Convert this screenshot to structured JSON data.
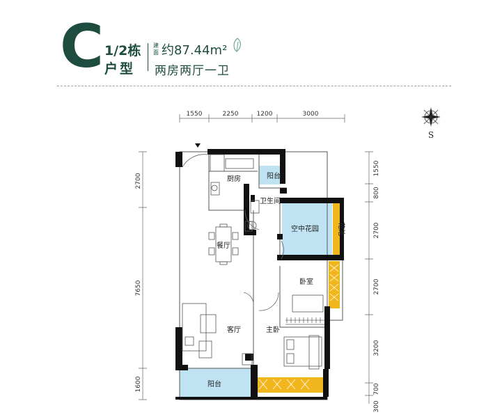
{
  "header": {
    "letter": "C",
    "building": "1/2栋",
    "unit_type": "户型",
    "area_label_1": "建",
    "area_label_2": "面",
    "area_value": "约87.44m²",
    "layout_desc": "两房两厅一卫"
  },
  "compass": {
    "label": "S"
  },
  "dimensions": {
    "top": [
      "1550",
      "2250",
      "1200",
      "3000"
    ],
    "left": [
      "2700",
      "7650",
      "1600"
    ],
    "right": [
      "1550",
      "800",
      "2700",
      "2700",
      "3200",
      "700",
      "300"
    ]
  },
  "rooms": {
    "kitchen": "厨房",
    "kitchen_balcony": "阳台",
    "bathroom": "卫生间",
    "garden": "空中花园",
    "planter": "花池",
    "dining": "餐厅",
    "bedroom": "卧室",
    "living": "客厅",
    "master_bedroom": "主卧",
    "balcony": "阳台"
  },
  "colors": {
    "brand": "#1e4d40",
    "balcony_fill": "#bfe3f2",
    "planter_fill": "#f2b61d",
    "wall": "#111111"
  }
}
